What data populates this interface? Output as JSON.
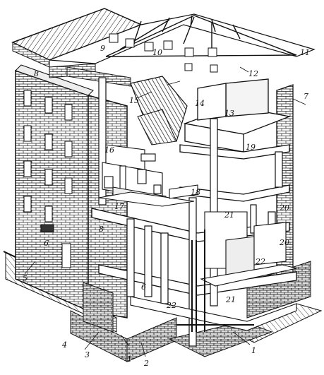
{
  "callouts": [
    {
      "id": "c1a",
      "text": "1"
    },
    {
      "id": "c1b",
      "text": "1"
    },
    {
      "id": "c2",
      "text": "2"
    },
    {
      "id": "c3",
      "text": "3"
    },
    {
      "id": "c4",
      "text": "4"
    },
    {
      "id": "c5",
      "text": "5"
    },
    {
      "id": "c6a",
      "text": "6"
    },
    {
      "id": "c6b",
      "text": "6"
    },
    {
      "id": "c7",
      "text": "7"
    },
    {
      "id": "c8a",
      "text": "8"
    },
    {
      "id": "c8b",
      "text": "8"
    },
    {
      "id": "c9",
      "text": "9"
    },
    {
      "id": "c10",
      "text": "10"
    },
    {
      "id": "c11",
      "text": "11"
    },
    {
      "id": "c12",
      "text": "12"
    },
    {
      "id": "c13",
      "text": "13"
    },
    {
      "id": "c14",
      "text": "14"
    },
    {
      "id": "c15",
      "text": "15"
    },
    {
      "id": "c16",
      "text": "16"
    },
    {
      "id": "c17",
      "text": "17"
    },
    {
      "id": "c18",
      "text": "18"
    },
    {
      "id": "c19",
      "text": "19"
    },
    {
      "id": "c20a",
      "text": "20"
    },
    {
      "id": "c20b",
      "text": "20"
    },
    {
      "id": "c21a",
      "text": "21"
    },
    {
      "id": "c21b",
      "text": "21"
    },
    {
      "id": "c22a",
      "text": "22"
    },
    {
      "id": "c22b",
      "text": "22"
    }
  ]
}
